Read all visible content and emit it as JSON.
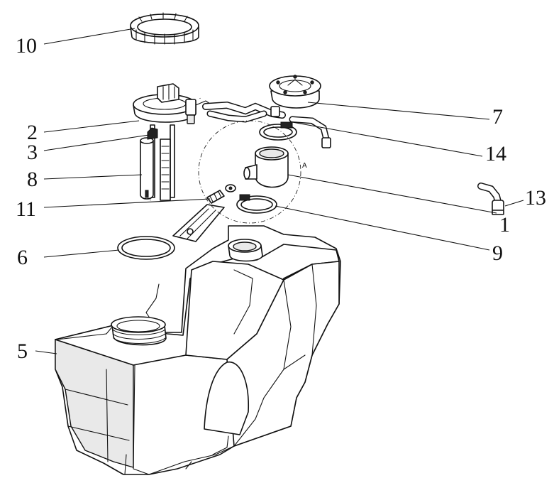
{
  "callouts": {
    "c1": "1",
    "c2": "2",
    "c3": "3",
    "c5": "5",
    "c6": "6",
    "c7": "7",
    "c8": "8",
    "c9": "9",
    "c10": "10",
    "c11": "11",
    "c13": "13",
    "c14": "14"
  },
  "detail_letter": "A"
}
